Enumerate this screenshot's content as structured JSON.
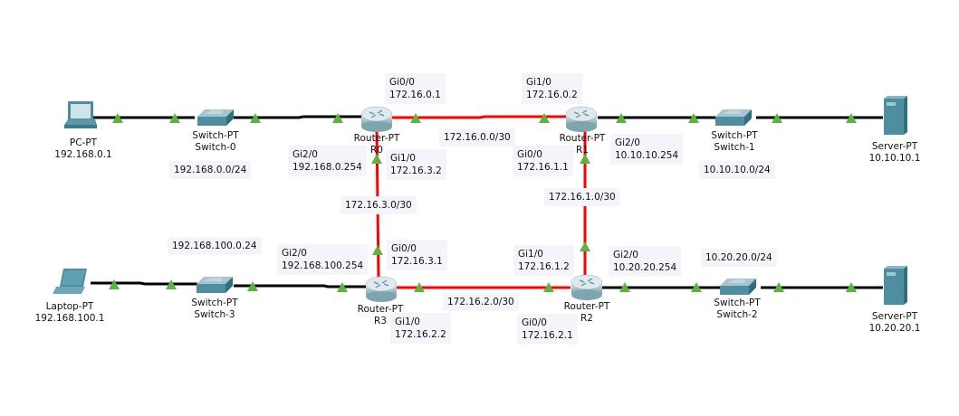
{
  "colors": {
    "link_copper": "#000000",
    "link_serial": "#ff0000",
    "port_up": "#5cb33f",
    "label_bg": "#f4f5fb"
  },
  "devices": {
    "pc": {
      "type": "PC-PT",
      "name": "192.168.0.1"
    },
    "switch0": {
      "type": "Switch-PT",
      "name": "Switch-0"
    },
    "r0": {
      "type": "Router-PT",
      "name": "R0"
    },
    "r1": {
      "type": "Router-PT",
      "name": "R1"
    },
    "switch1": {
      "type": "Switch-PT",
      "name": "Switch-1"
    },
    "server1": {
      "type": "Server-PT",
      "name": "10.10.10.1"
    },
    "laptop": {
      "type": "Laptop-PT",
      "name": "192.168.100.1"
    },
    "switch3": {
      "type": "Switch-PT",
      "name": "Switch-3"
    },
    "r3": {
      "type": "Router-PT",
      "name": "R3"
    },
    "r2": {
      "type": "Router-PT",
      "name": "R2"
    },
    "switch2": {
      "type": "Switch-PT",
      "name": "Switch-2"
    },
    "server2": {
      "type": "Server-PT",
      "name": "10.20.20.1"
    }
  },
  "notes": {
    "r0_gi00": [
      "Gi0/0",
      "172.16.0.1"
    ],
    "net_r0_r1": "172.16.0.0/30",
    "r0_gi20": [
      "Gi2/0",
      "192.168.0.254"
    ],
    "r0_gi10": [
      "Gi1/0",
      "172.16.3.2"
    ],
    "lan0": "192.168.0.0/24",
    "net_r0_r3": "172.16.3.0/30",
    "r1_gi10": [
      "Gi1/0",
      "172.16.0.2"
    ],
    "r1_gi00": [
      "Gi0/0",
      "172.16.1.1"
    ],
    "r1_gi20": [
      "Gi2/0",
      "10.10.10.254"
    ],
    "lan1": "10.10.10.0/24",
    "net_r1_r2": "172.16.1.0/30",
    "lan3": "192.168.100.0.24",
    "r3_gi20": [
      "Gi2/0",
      "192.168.100.254"
    ],
    "r3_gi00": [
      "Gi0/0",
      "172.16.3.1"
    ],
    "net_r3_r2": "172.16.2.0/30",
    "r3_gi10": [
      "Gi1/0",
      "172.16.2.2"
    ],
    "r2_gi10": [
      "Gi1/0",
      "172.16.1.2"
    ],
    "r2_gi20": [
      "Gi2/0",
      "10.20.20.254"
    ],
    "r2_gi00": [
      "Gi0/0",
      "172.16.2.1"
    ],
    "lan2": "10.20.20.0/24"
  }
}
